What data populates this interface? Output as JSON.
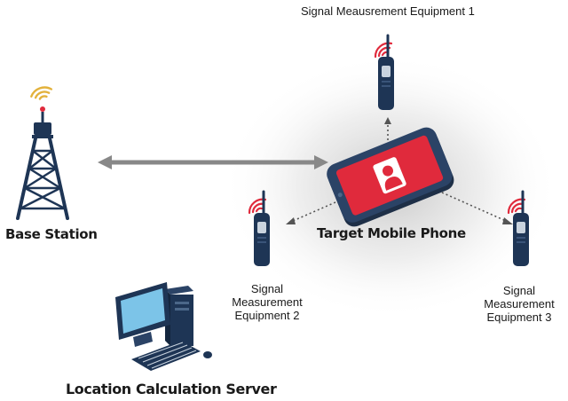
{
  "labels": {
    "base_station": "Base Station",
    "target_phone": "Target Mobile Phone",
    "server": "Location Calculation Server",
    "equipment_1": "Signal Meausrement Equipment 1",
    "equipment_2": [
      "Signal",
      "Measurement",
      "Equipment 2"
    ],
    "equipment_3": [
      "Signal",
      "Measurement",
      "Equipment 3"
    ]
  },
  "colors": {
    "device_navy": "#1e3555",
    "signal_red": "#e02a3c",
    "antenna_yellow": "#e3b23c",
    "link_gray": "#888888",
    "screen_blue": "#7cc4e8"
  },
  "icons": [
    "cell-tower-icon",
    "smartphone-icon",
    "user-icon",
    "radio-device-icon",
    "desktop-computer-icon"
  ]
}
